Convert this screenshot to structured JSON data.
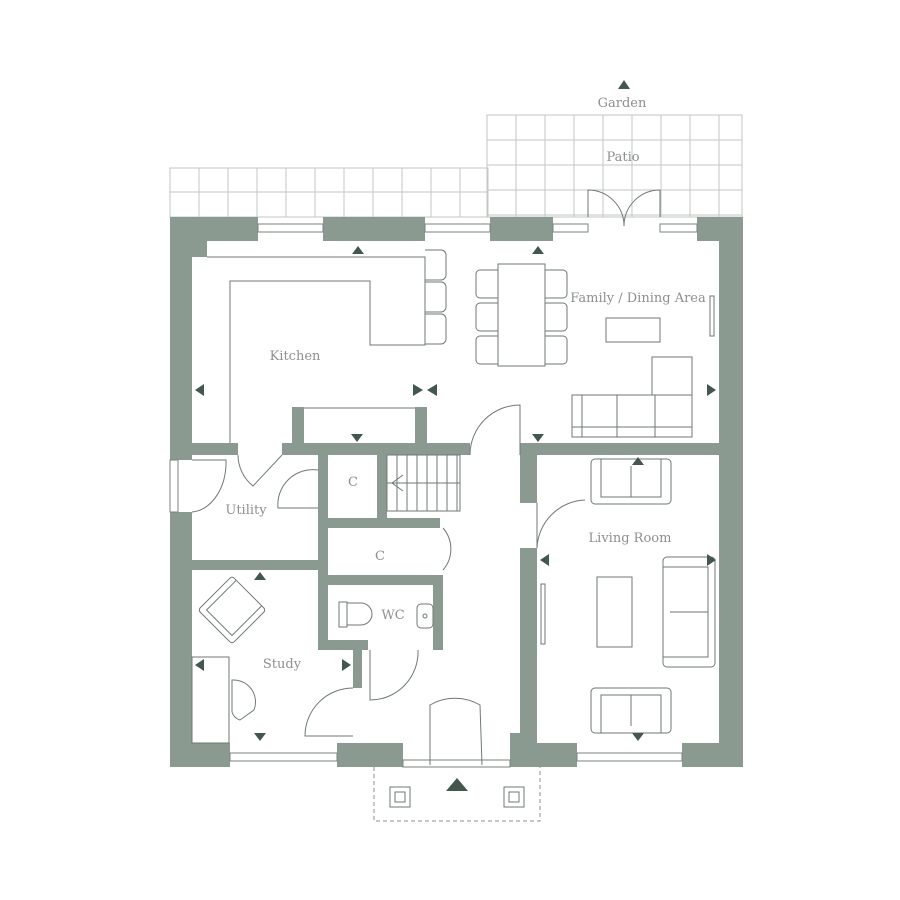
{
  "labels": {
    "garden": "Garden",
    "patio": "Patio",
    "kitchen": "Kitchen",
    "family_dining": "Family / Dining Area",
    "utility": "Utility",
    "cupboard_1": "C",
    "cupboard_2": "C",
    "wc": "WC",
    "study": "Study",
    "living_room": "Living Room"
  },
  "colors": {
    "wall": "#8b9a90",
    "arrow": "#44574e",
    "label": "#8c908e"
  }
}
